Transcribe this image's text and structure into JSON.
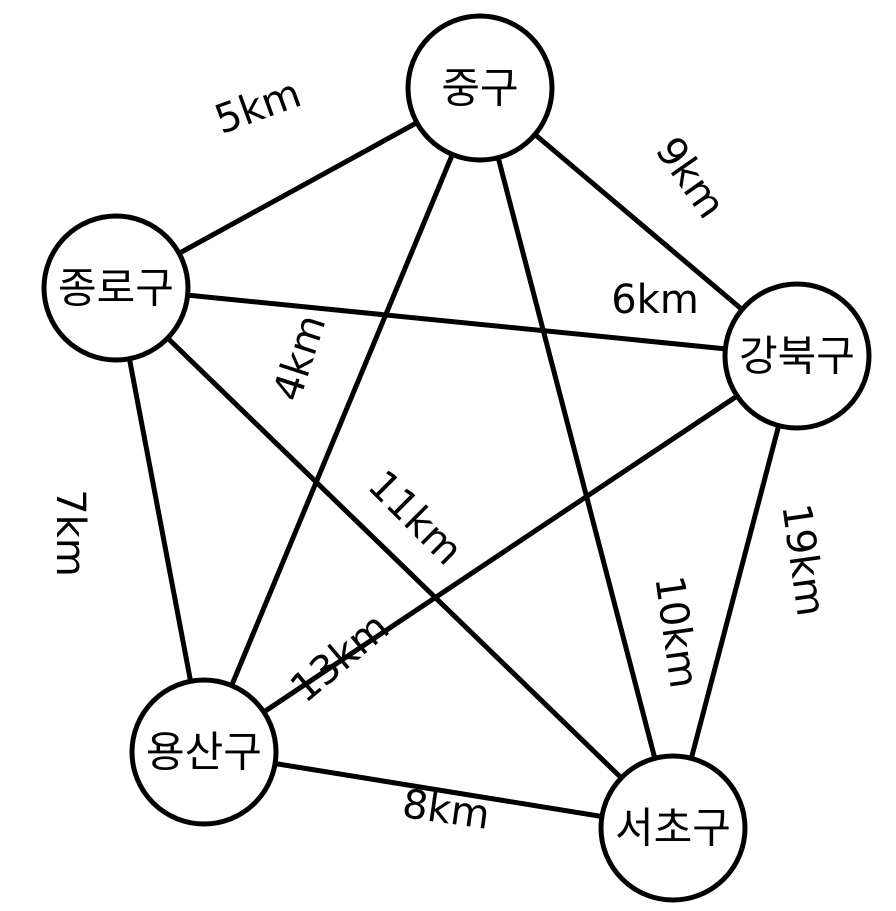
{
  "nodes": [
    {
      "id": "jung",
      "label": "중구"
    },
    {
      "id": "jongno",
      "label": "종로구"
    },
    {
      "id": "gangbuk",
      "label": "강북구"
    },
    {
      "id": "yongsan",
      "label": "용산구"
    },
    {
      "id": "seocho",
      "label": "서초구"
    }
  ],
  "edges": [
    {
      "id": "jongno-jung",
      "from": "jongno",
      "to": "jung",
      "label": "5km"
    },
    {
      "id": "jung-gangbuk",
      "from": "jung",
      "to": "gangbuk",
      "label": "9km"
    },
    {
      "id": "jongno-gangbuk",
      "from": "jongno",
      "to": "gangbuk",
      "label": "6km"
    },
    {
      "id": "jung-yongsan",
      "from": "jung",
      "to": "yongsan",
      "label": "4km"
    },
    {
      "id": "jongno-seocho",
      "from": "jongno",
      "to": "seocho",
      "label": "11km"
    },
    {
      "id": "jongno-yongsan",
      "from": "jongno",
      "to": "yongsan",
      "label": "7km"
    },
    {
      "id": "jung-seocho",
      "from": "jung",
      "to": "seocho",
      "label": "10km"
    },
    {
      "id": "gangbuk-yongsan",
      "from": "gangbuk",
      "to": "yongsan",
      "label": "13km"
    },
    {
      "id": "gangbuk-seocho",
      "from": "gangbuk",
      "to": "seocho",
      "label": "19km"
    },
    {
      "id": "yongsan-seocho",
      "from": "yongsan",
      "to": "seocho",
      "label": "8km"
    }
  ]
}
